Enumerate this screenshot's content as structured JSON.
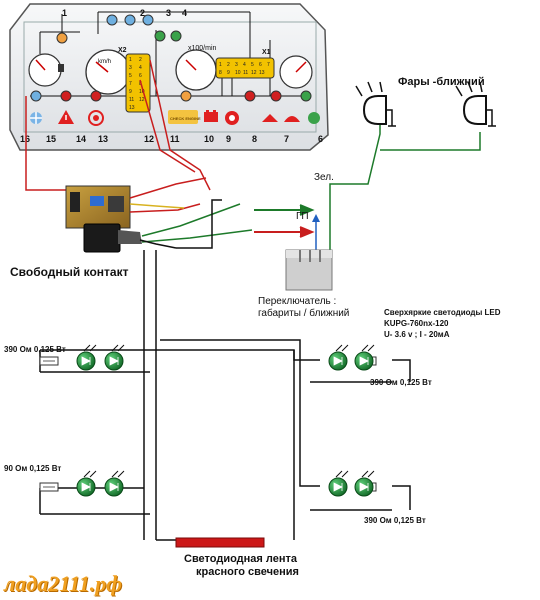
{
  "colors": {
    "wire_green": "#1d7a2a",
    "wire_red": "#c81e1e",
    "wire_black": "#111111",
    "led_green": "#1e8f3a",
    "strip_red": "#cc1818",
    "panel_bg": "#eef0f2",
    "watermark": "#f0a020"
  },
  "cluster": {
    "top_numbers": [
      "1",
      "2",
      "3",
      "4"
    ],
    "bottom_numbers": [
      "16",
      "15",
      "14",
      "13",
      "12",
      "11",
      "10",
      "9",
      "8",
      "7",
      "6"
    ],
    "gauge_units": {
      "tach": "x100/min",
      "speed": "km/h"
    },
    "connector_x2": "X2",
    "connector_x1": "X1",
    "pins_x2": [
      "1",
      "2",
      "3",
      "4",
      "5",
      "6",
      "7",
      "8",
      "9",
      "10",
      "11",
      "12",
      "13"
    ],
    "pins_x1": [
      "1",
      "2",
      "3",
      "4",
      "5",
      "6",
      "7",
      "8",
      "9",
      "10",
      "11",
      "12",
      "13"
    ],
    "check_engine_text": "CHECK ENGINE",
    "icons": [
      "fan-icon",
      "warning-triangle-icon",
      "brake-circle-icon",
      "headlight-icon",
      "check-engine-icon",
      "battery-icon",
      "oil-pressure-icon",
      "hazard-icon",
      "oil-can-icon",
      "outline-icon"
    ]
  },
  "headlights": {
    "title": "Фары -ближний"
  },
  "wire_label_green": "Зел.",
  "wire_label_gp": "ГП",
  "relay_title": "Свободный контакт",
  "switch_caption": "Переключатель :\nгабариты / ближний",
  "led_info": {
    "line1": "Сверхяркие светодиоды LED",
    "line2": "KUPG-760nx-120",
    "line3": "U- 3.6 v ; I - 20мА"
  },
  "resistor_labels": {
    "top_left": "390 Ом  0,125 Вт",
    "mid_left": "90 Ом  0,125 Вт",
    "top_right": "390 Ом  0,125 Вт",
    "bottom_right": "390 Ом   0,125 Вт"
  },
  "strip_caption": {
    "line1": "Светодиодная лента",
    "line2": "красного свечения"
  },
  "watermark": "лада2111.рф"
}
